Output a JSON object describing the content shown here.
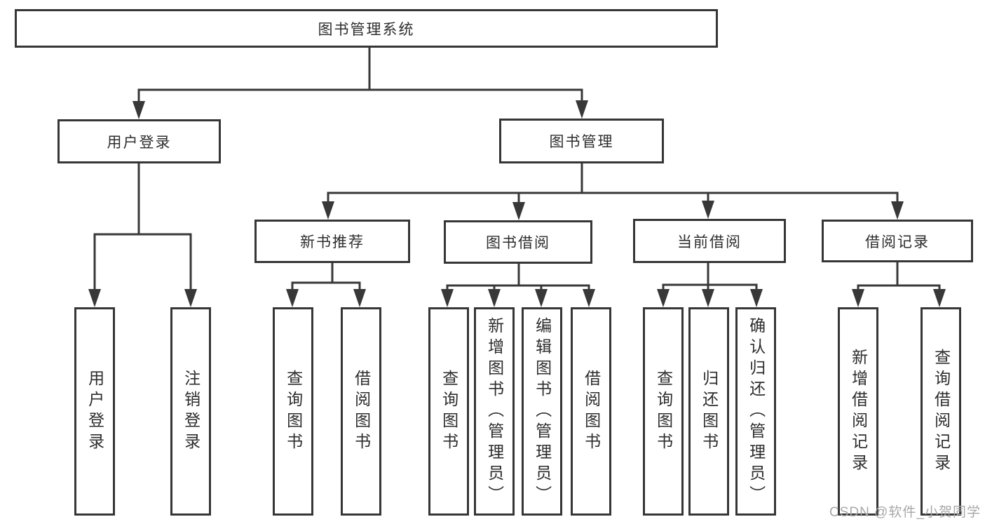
{
  "diagram": {
    "root": {
      "label": "图书管理系统"
    },
    "level2": [
      {
        "label": "用户登录"
      },
      {
        "label": "图书管理"
      }
    ],
    "level3": [
      {
        "label": "新书推荐"
      },
      {
        "label": "图书借阅"
      },
      {
        "label": "当前借阅"
      },
      {
        "label": "借阅记录"
      }
    ],
    "leaves": {
      "user_login": [
        "用户登录",
        "注销登录"
      ],
      "new_book": [
        "查询图书",
        "借阅图书"
      ],
      "book_borrow": [
        "查询图书",
        "新增图书（管理员）",
        "编辑图书（管理员）",
        "借阅图书"
      ],
      "current_borrow": [
        "查询图书",
        "归还图书",
        "确认归还（管理员）"
      ],
      "borrow_records": [
        "新增借阅记录",
        "查询借阅记录"
      ]
    },
    "watermark": "CSDN @软件_小贺同学",
    "colors": {
      "line": "#383838",
      "border": "#363636",
      "text": "#2d2d2d",
      "watermark_text": "#a8a8a8",
      "background": "#ffffff"
    }
  }
}
